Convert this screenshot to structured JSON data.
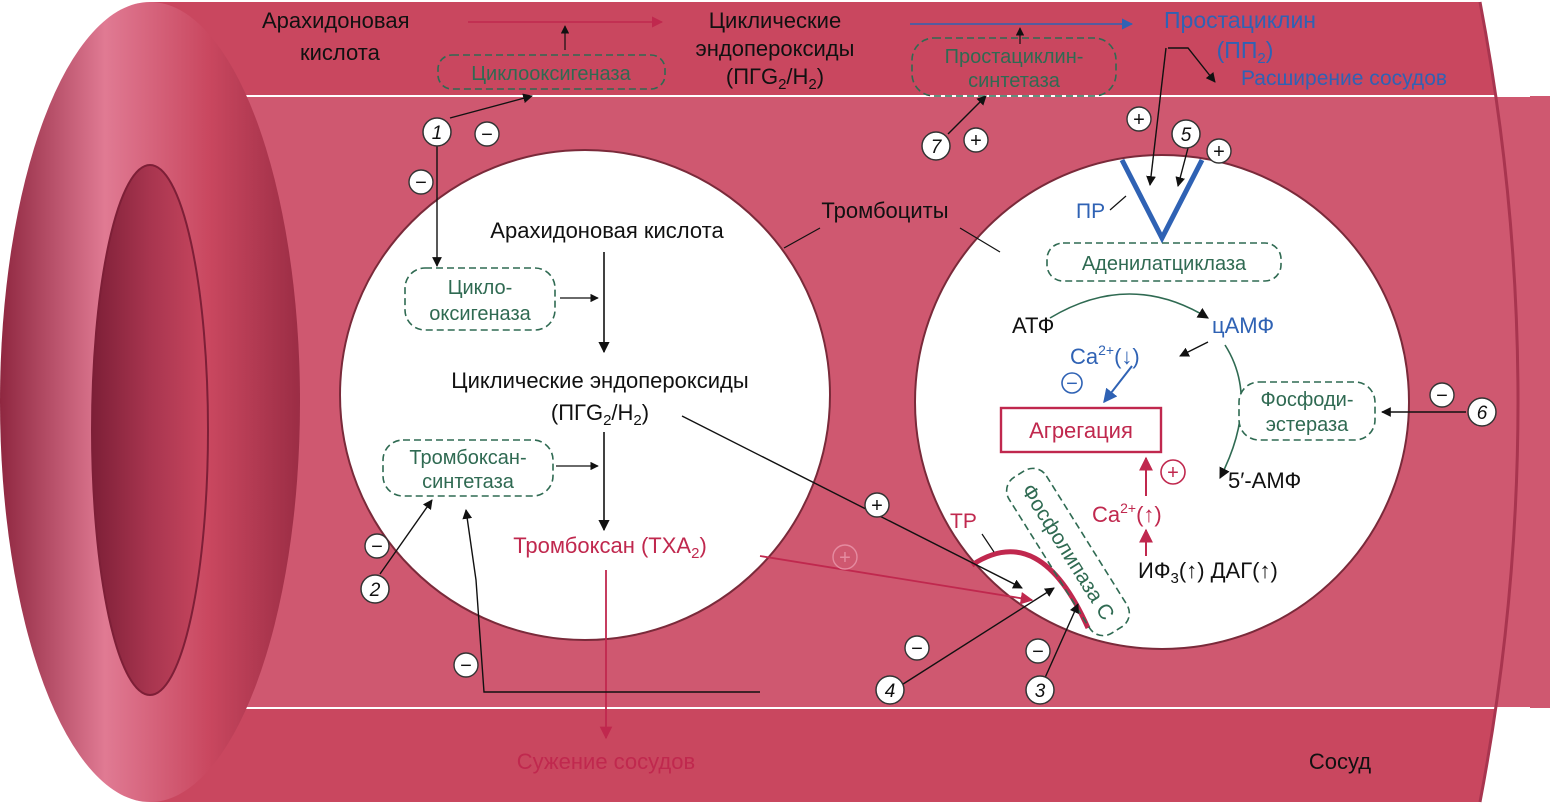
{
  "colors": {
    "vessel": "#c9475f",
    "vessel_dark": "#9b2d45",
    "vessel_light": "#e58ba0",
    "enzyme_green": "#2f6a52",
    "prostacyclin_blue": "#2f62b4",
    "thromboxane_red": "#c0284e"
  },
  "top": {
    "arachidonic_acid": [
      "Арахидоновая",
      "кислота"
    ],
    "cyclooxygenase": "Циклооксигеназа",
    "cyclic_endoperoxides": [
      "Циклические",
      "эндопероксиды"
    ],
    "pg_formula": {
      "a": "(ПГG",
      "sub1": "2",
      "b": "/H",
      "sub2": "2",
      "c": ")"
    },
    "prostacyclin_synthetase": [
      "Простациклин-",
      "синтетаза"
    ],
    "prostacyclin": "Простациклин",
    "pp2": {
      "a": "(ПП",
      "sub": "2",
      "b": ")"
    },
    "vasodilation": "Расширение сосудов"
  },
  "left_platelet": {
    "thrombocytes": "Тромбоциты",
    "arachidonic_acid": "Арахидоновая кислота",
    "cyclooxygenase": [
      "Цикло-",
      "оксигеназа"
    ],
    "cyclic_endoperoxides": "Циклические эндопероксиды",
    "pg_formula": {
      "a": "(ПГG",
      "sub1": "2",
      "b": "/H",
      "sub2": "2",
      "c": ")"
    },
    "thromboxane_synthetase": [
      "Тромбоксан-",
      "синтетаза"
    ],
    "thromboxane": {
      "a": "Тромбоксан (ТХА",
      "sub": "2",
      "b": ")"
    }
  },
  "right_platelet": {
    "pr": "ПР",
    "adenylate_cyclase": "Аденилатциклаза",
    "atp": "АТФ",
    "camp": "цАМФ",
    "ca_down": {
      "a": "Ca",
      "sup": "2+",
      "b": "(↓)"
    },
    "aggregation": "Агрегация",
    "phosphodiesterase": [
      "Фосфоди-",
      "эстераза"
    ],
    "amp5": "5′-АМФ",
    "ca_up": {
      "a": "Ca",
      "sup": "2+",
      "b": "(↑)"
    },
    "tr": "ТР",
    "phospholipase": "Фосфолипаза С",
    "ip3": {
      "a": "ИФ",
      "sub": "3",
      "b": "(↑) ДАГ(↑)"
    }
  },
  "bottom": {
    "vasoconstriction": "Сужение сосудов",
    "vessel": "Сосуд"
  },
  "markers": {
    "n1": "1",
    "n2": "2",
    "n3": "3",
    "n4": "4",
    "n5": "5",
    "n6": "6",
    "n7": "7",
    "plus": "+",
    "minus": "−"
  }
}
